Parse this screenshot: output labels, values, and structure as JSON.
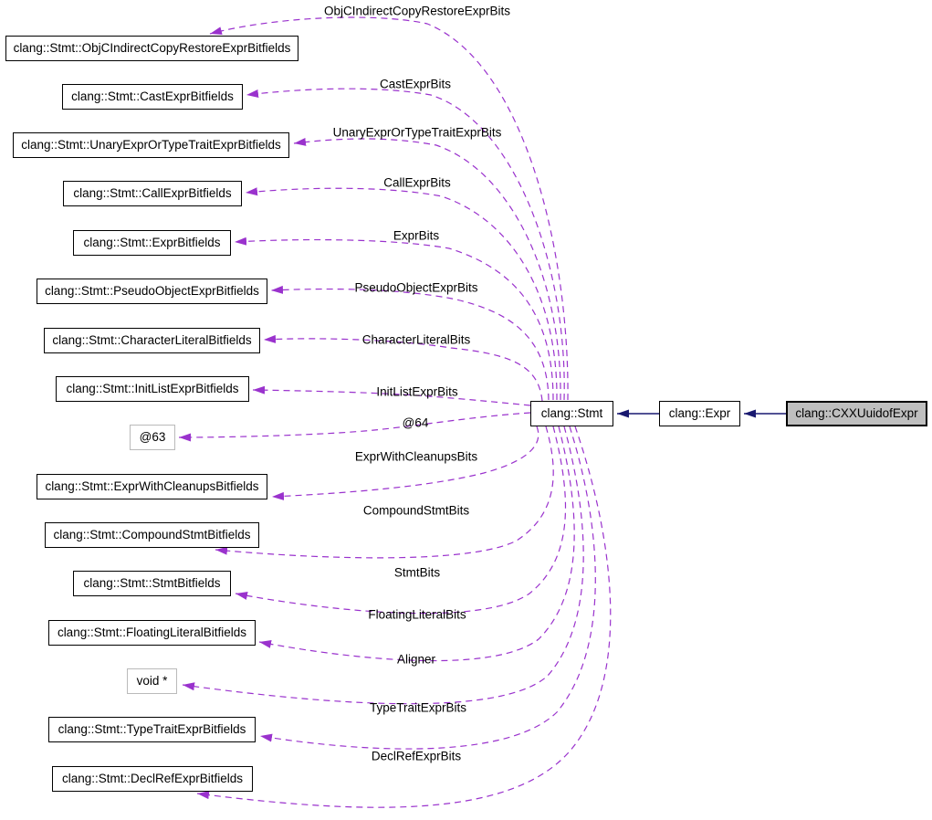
{
  "diagram": {
    "type": "collaboration-graph",
    "focus_class": "clang::CXXUuidofExpr",
    "colors": {
      "usage_edge": "#9a32cd",
      "inheritance_edge": "#191970",
      "node_fill": "#ffffff",
      "node_border": "#000000",
      "anon_node_border": "#bababa",
      "selected_node_fill": "#bfbfbf",
      "text": "#000000",
      "background": "#ffffff"
    },
    "nodes": [
      {
        "id": "objc",
        "label": "clang::Stmt::ObjCIndirectCopyRestoreExprBitfields",
        "kind": "class"
      },
      {
        "id": "cast",
        "label": "clang::Stmt::CastExprBitfields",
        "kind": "class"
      },
      {
        "id": "unary",
        "label": "clang::Stmt::UnaryExprOrTypeTraitExprBitfields",
        "kind": "class"
      },
      {
        "id": "call",
        "label": "clang::Stmt::CallExprBitfields",
        "kind": "class"
      },
      {
        "id": "exprbits",
        "label": "clang::Stmt::ExprBitfields",
        "kind": "class"
      },
      {
        "id": "pseudo",
        "label": "clang::Stmt::PseudoObjectExprBitfields",
        "kind": "class"
      },
      {
        "id": "charlit",
        "label": "clang::Stmt::CharacterLiteralBitfields",
        "kind": "class"
      },
      {
        "id": "initlist",
        "label": "clang::Stmt::InitListExprBitfields",
        "kind": "class"
      },
      {
        "id": "anon63",
        "label": "@63",
        "kind": "anon"
      },
      {
        "id": "ewc",
        "label": "clang::Stmt::ExprWithCleanupsBitfields",
        "kind": "class"
      },
      {
        "id": "compound",
        "label": "clang::Stmt::CompoundStmtBitfields",
        "kind": "class"
      },
      {
        "id": "stmtbits",
        "label": "clang::Stmt::StmtBitfields",
        "kind": "class"
      },
      {
        "id": "floatlit",
        "label": "clang::Stmt::FloatingLiteralBitfields",
        "kind": "class"
      },
      {
        "id": "voidptr",
        "label": "void *",
        "kind": "anon"
      },
      {
        "id": "typetrait",
        "label": "clang::Stmt::TypeTraitExprBitfields",
        "kind": "class"
      },
      {
        "id": "declref",
        "label": "clang::Stmt::DeclRefExprBitfields",
        "kind": "class"
      },
      {
        "id": "stmt",
        "label": "clang::Stmt",
        "kind": "class"
      },
      {
        "id": "expr",
        "label": "clang::Expr",
        "kind": "class"
      },
      {
        "id": "cxx",
        "label": "clang::CXXUuidofExpr",
        "kind": "selected"
      }
    ],
    "edges": [
      {
        "id": "e1",
        "label": "ObjCIndirectCopyRestoreExprBits",
        "from": "stmt",
        "to": "objc",
        "type": "usage"
      },
      {
        "id": "e2",
        "label": "CastExprBits",
        "from": "stmt",
        "to": "cast",
        "type": "usage"
      },
      {
        "id": "e3",
        "label": "UnaryExprOrTypeTraitExprBits",
        "from": "stmt",
        "to": "unary",
        "type": "usage"
      },
      {
        "id": "e4",
        "label": "CallExprBits",
        "from": "stmt",
        "to": "call",
        "type": "usage"
      },
      {
        "id": "e5",
        "label": "ExprBits",
        "from": "stmt",
        "to": "exprbits",
        "type": "usage"
      },
      {
        "id": "e6",
        "label": "PseudoObjectExprBits",
        "from": "stmt",
        "to": "pseudo",
        "type": "usage"
      },
      {
        "id": "e7",
        "label": "CharacterLiteralBits",
        "from": "stmt",
        "to": "charlit",
        "type": "usage"
      },
      {
        "id": "e8",
        "label": "InitListExprBits",
        "from": "stmt",
        "to": "initlist",
        "type": "usage"
      },
      {
        "id": "e9",
        "label": "@64",
        "from": "stmt",
        "to": "anon63",
        "type": "usage"
      },
      {
        "id": "e10",
        "label": "ExprWithCleanupsBits",
        "from": "stmt",
        "to": "ewc",
        "type": "usage"
      },
      {
        "id": "e11",
        "label": "CompoundStmtBits",
        "from": "stmt",
        "to": "compound",
        "type": "usage"
      },
      {
        "id": "e12",
        "label": "StmtBits",
        "from": "stmt",
        "to": "stmtbits",
        "type": "usage"
      },
      {
        "id": "e13",
        "label": "FloatingLiteralBits",
        "from": "stmt",
        "to": "floatlit",
        "type": "usage"
      },
      {
        "id": "e14",
        "label": "Aligner",
        "from": "stmt",
        "to": "voidptr",
        "type": "usage"
      },
      {
        "id": "e15",
        "label": "TypeTraitExprBits",
        "from": "stmt",
        "to": "typetrait",
        "type": "usage"
      },
      {
        "id": "e16",
        "label": "DeclRefExprBits",
        "from": "stmt",
        "to": "declref",
        "type": "usage"
      },
      {
        "id": "i1",
        "label": "",
        "from": "expr",
        "to": "stmt",
        "type": "inheritance"
      },
      {
        "id": "i2",
        "label": "",
        "from": "cxx",
        "to": "expr",
        "type": "inheritance"
      }
    ]
  }
}
